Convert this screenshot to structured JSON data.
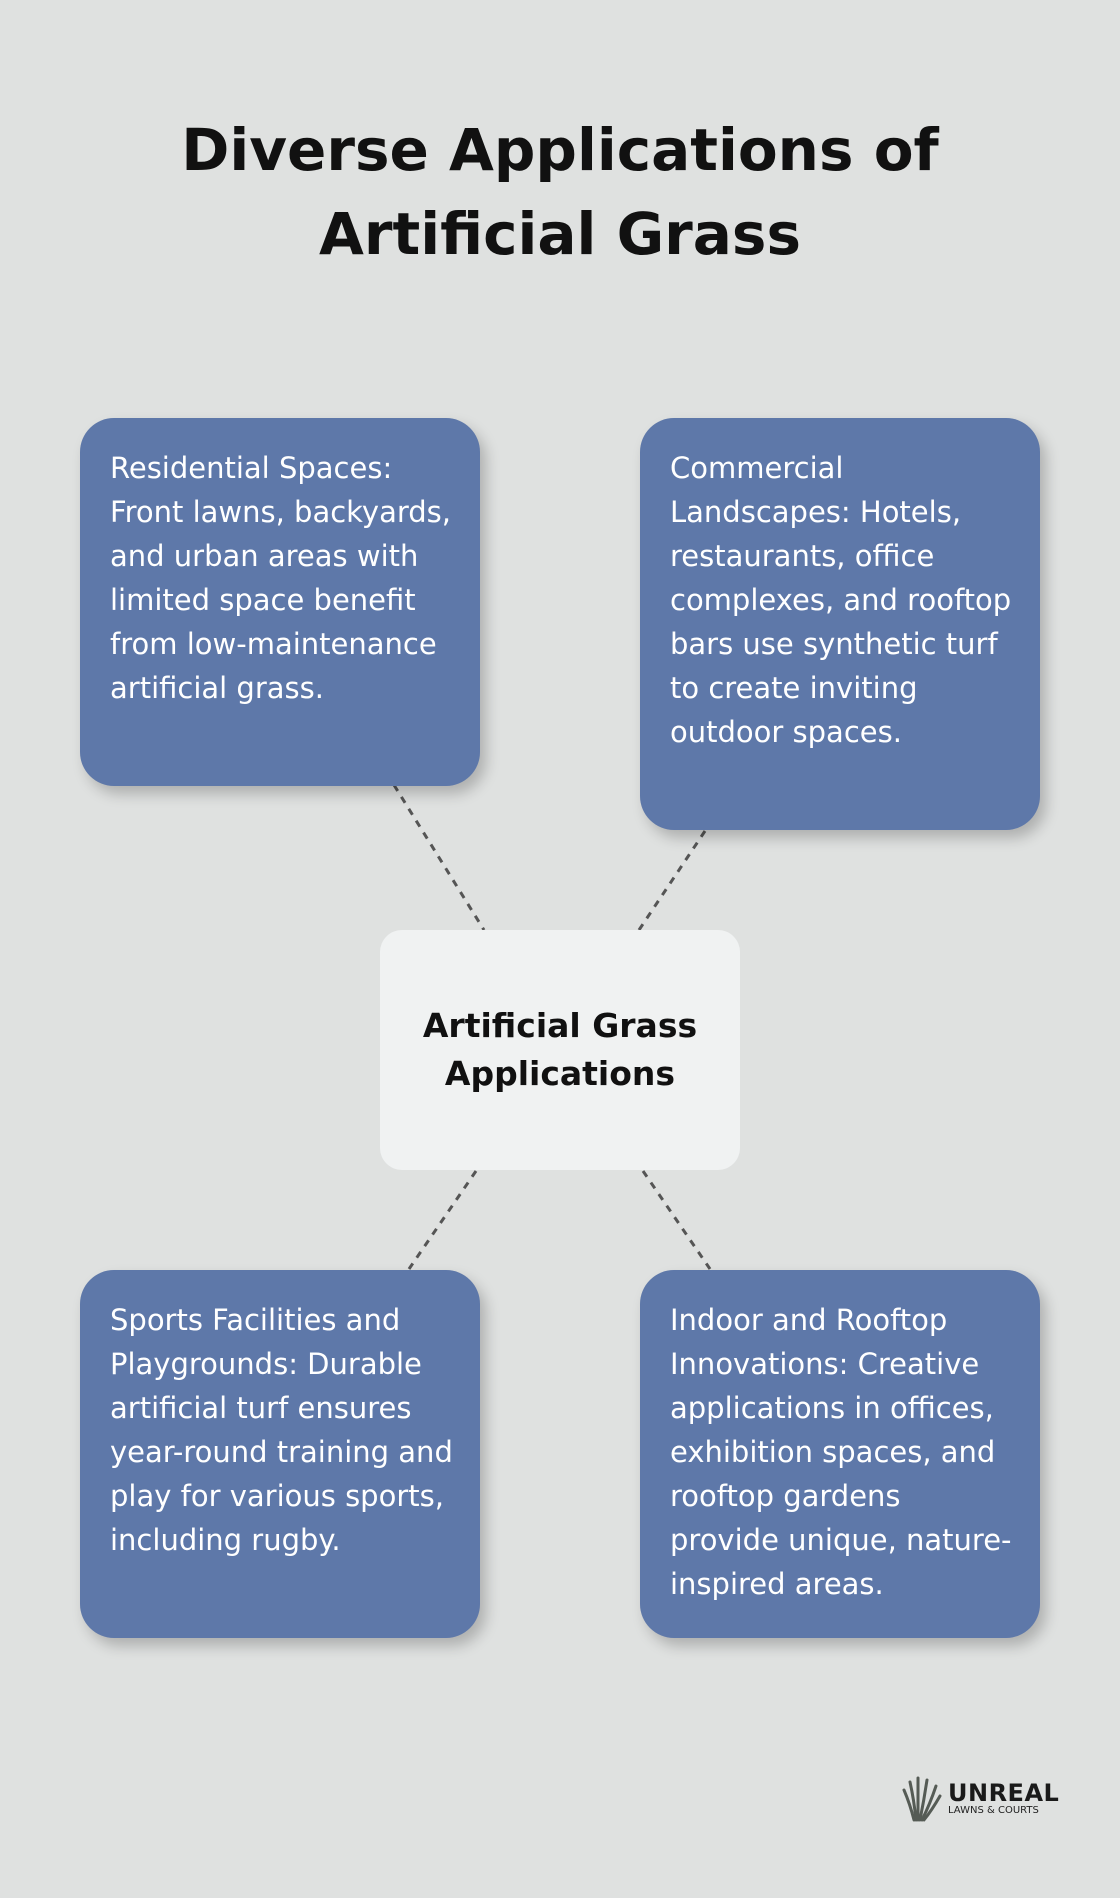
{
  "title": {
    "line1": "Diverse Applications of",
    "line2": "Artificial Grass"
  },
  "center": {
    "line1": "Artificial Grass",
    "line2": "Applications"
  },
  "nodes": [
    {
      "text": "Residential Spaces: Front lawns, backyards, and urban areas with limited space benefit from low-maintenance artificial grass."
    },
    {
      "text": "Commercial Landscapes: Hotels, restaurants, office complexes, and rooftop bars use synthetic turf to create inviting outdoor spaces."
    },
    {
      "text": "Sports Facilities and Playgrounds: Durable artificial turf ensures year-round training and play for various sports, including rugby."
    },
    {
      "text": "Indoor and Rooftop Innovations: Creative applications in offices, exhibition spaces, and rooftop gardens provide unique, nature-inspired areas."
    }
  ],
  "logo": {
    "name": "UNREAL",
    "tagline": "LAWNS & COURTS"
  },
  "colors": {
    "background": "#dfe1e0",
    "node": "#5e78a9",
    "center": "#f0f2f2",
    "connector": "#555555"
  }
}
